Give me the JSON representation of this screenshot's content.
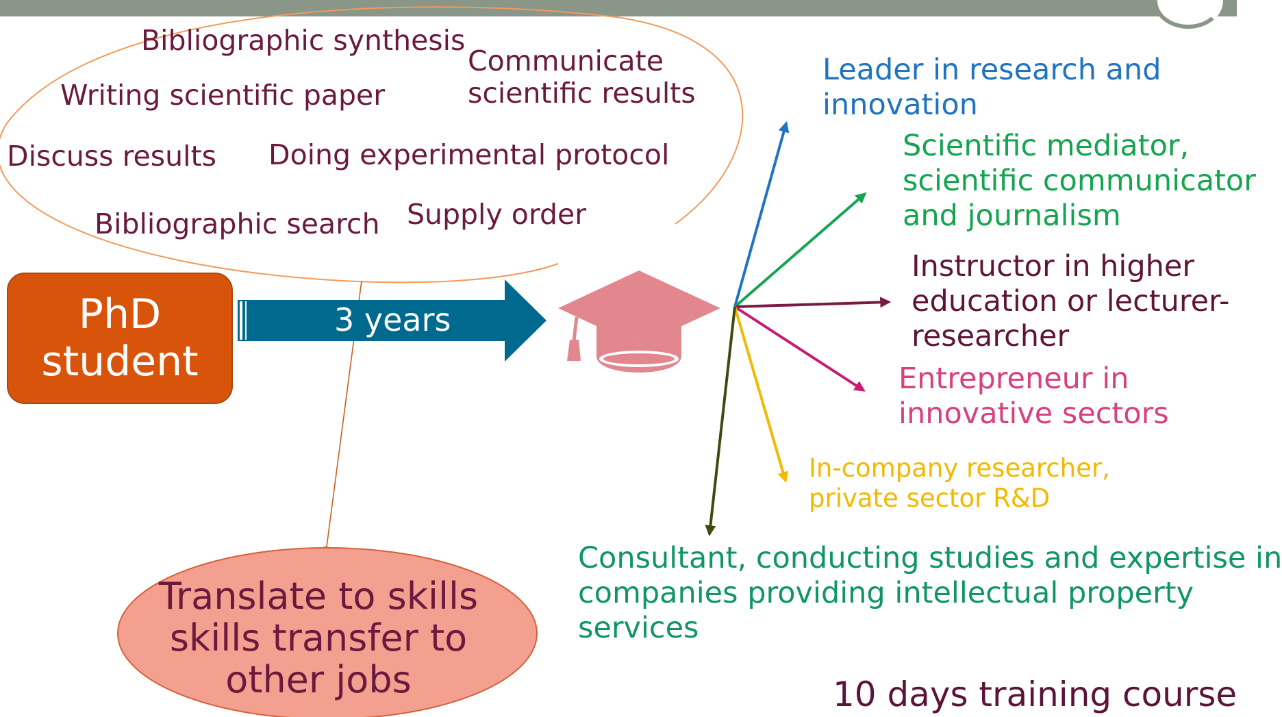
{
  "phd_box": {
    "label": "PhD\nstudent"
  },
  "arrow": {
    "duration": "3 years"
  },
  "skills": [
    "Bibliographic synthesis",
    "Communicate",
    "scientific results",
    "Writing scientific paper",
    "Discuss results",
    "Doing experimental protocol",
    "Bibliographic search",
    "Supply order"
  ],
  "careers": [
    {
      "text": "Leader in research and\ninnovation",
      "color": "#1f73c1"
    },
    {
      "text": "Scientific mediator,\nscientific communicator\nand journalism",
      "color": "#15a450"
    },
    {
      "text": "Instructor in higher\neducation or lecturer-\nresearcher",
      "color": "#5e1536"
    },
    {
      "text": "Entrepreneur in\ninnovative sectors",
      "color": "#d8417f"
    },
    {
      "text": "In-company researcher,\nprivate sector R&D",
      "color": "#f3b800"
    },
    {
      "text": "Consultant, conducting studies and expertise in\ncompanies providing intellectual property\nservices",
      "color": "#0f9662"
    }
  ],
  "translate_box": {
    "text": "Translate to skills\nskills transfer to\nother jobs"
  },
  "footer": "10 days training course",
  "colors": {
    "phd_box": "#d9540b",
    "arrow": "#006a8e",
    "cap": "#e3878f",
    "skill_text": "#6b1a3e",
    "skills_ellipse": "#f29a5a",
    "translate_fill": "#f3a090",
    "consultant_arrow": "#3d4a12"
  },
  "icons": [
    "graduation-cap-icon"
  ]
}
